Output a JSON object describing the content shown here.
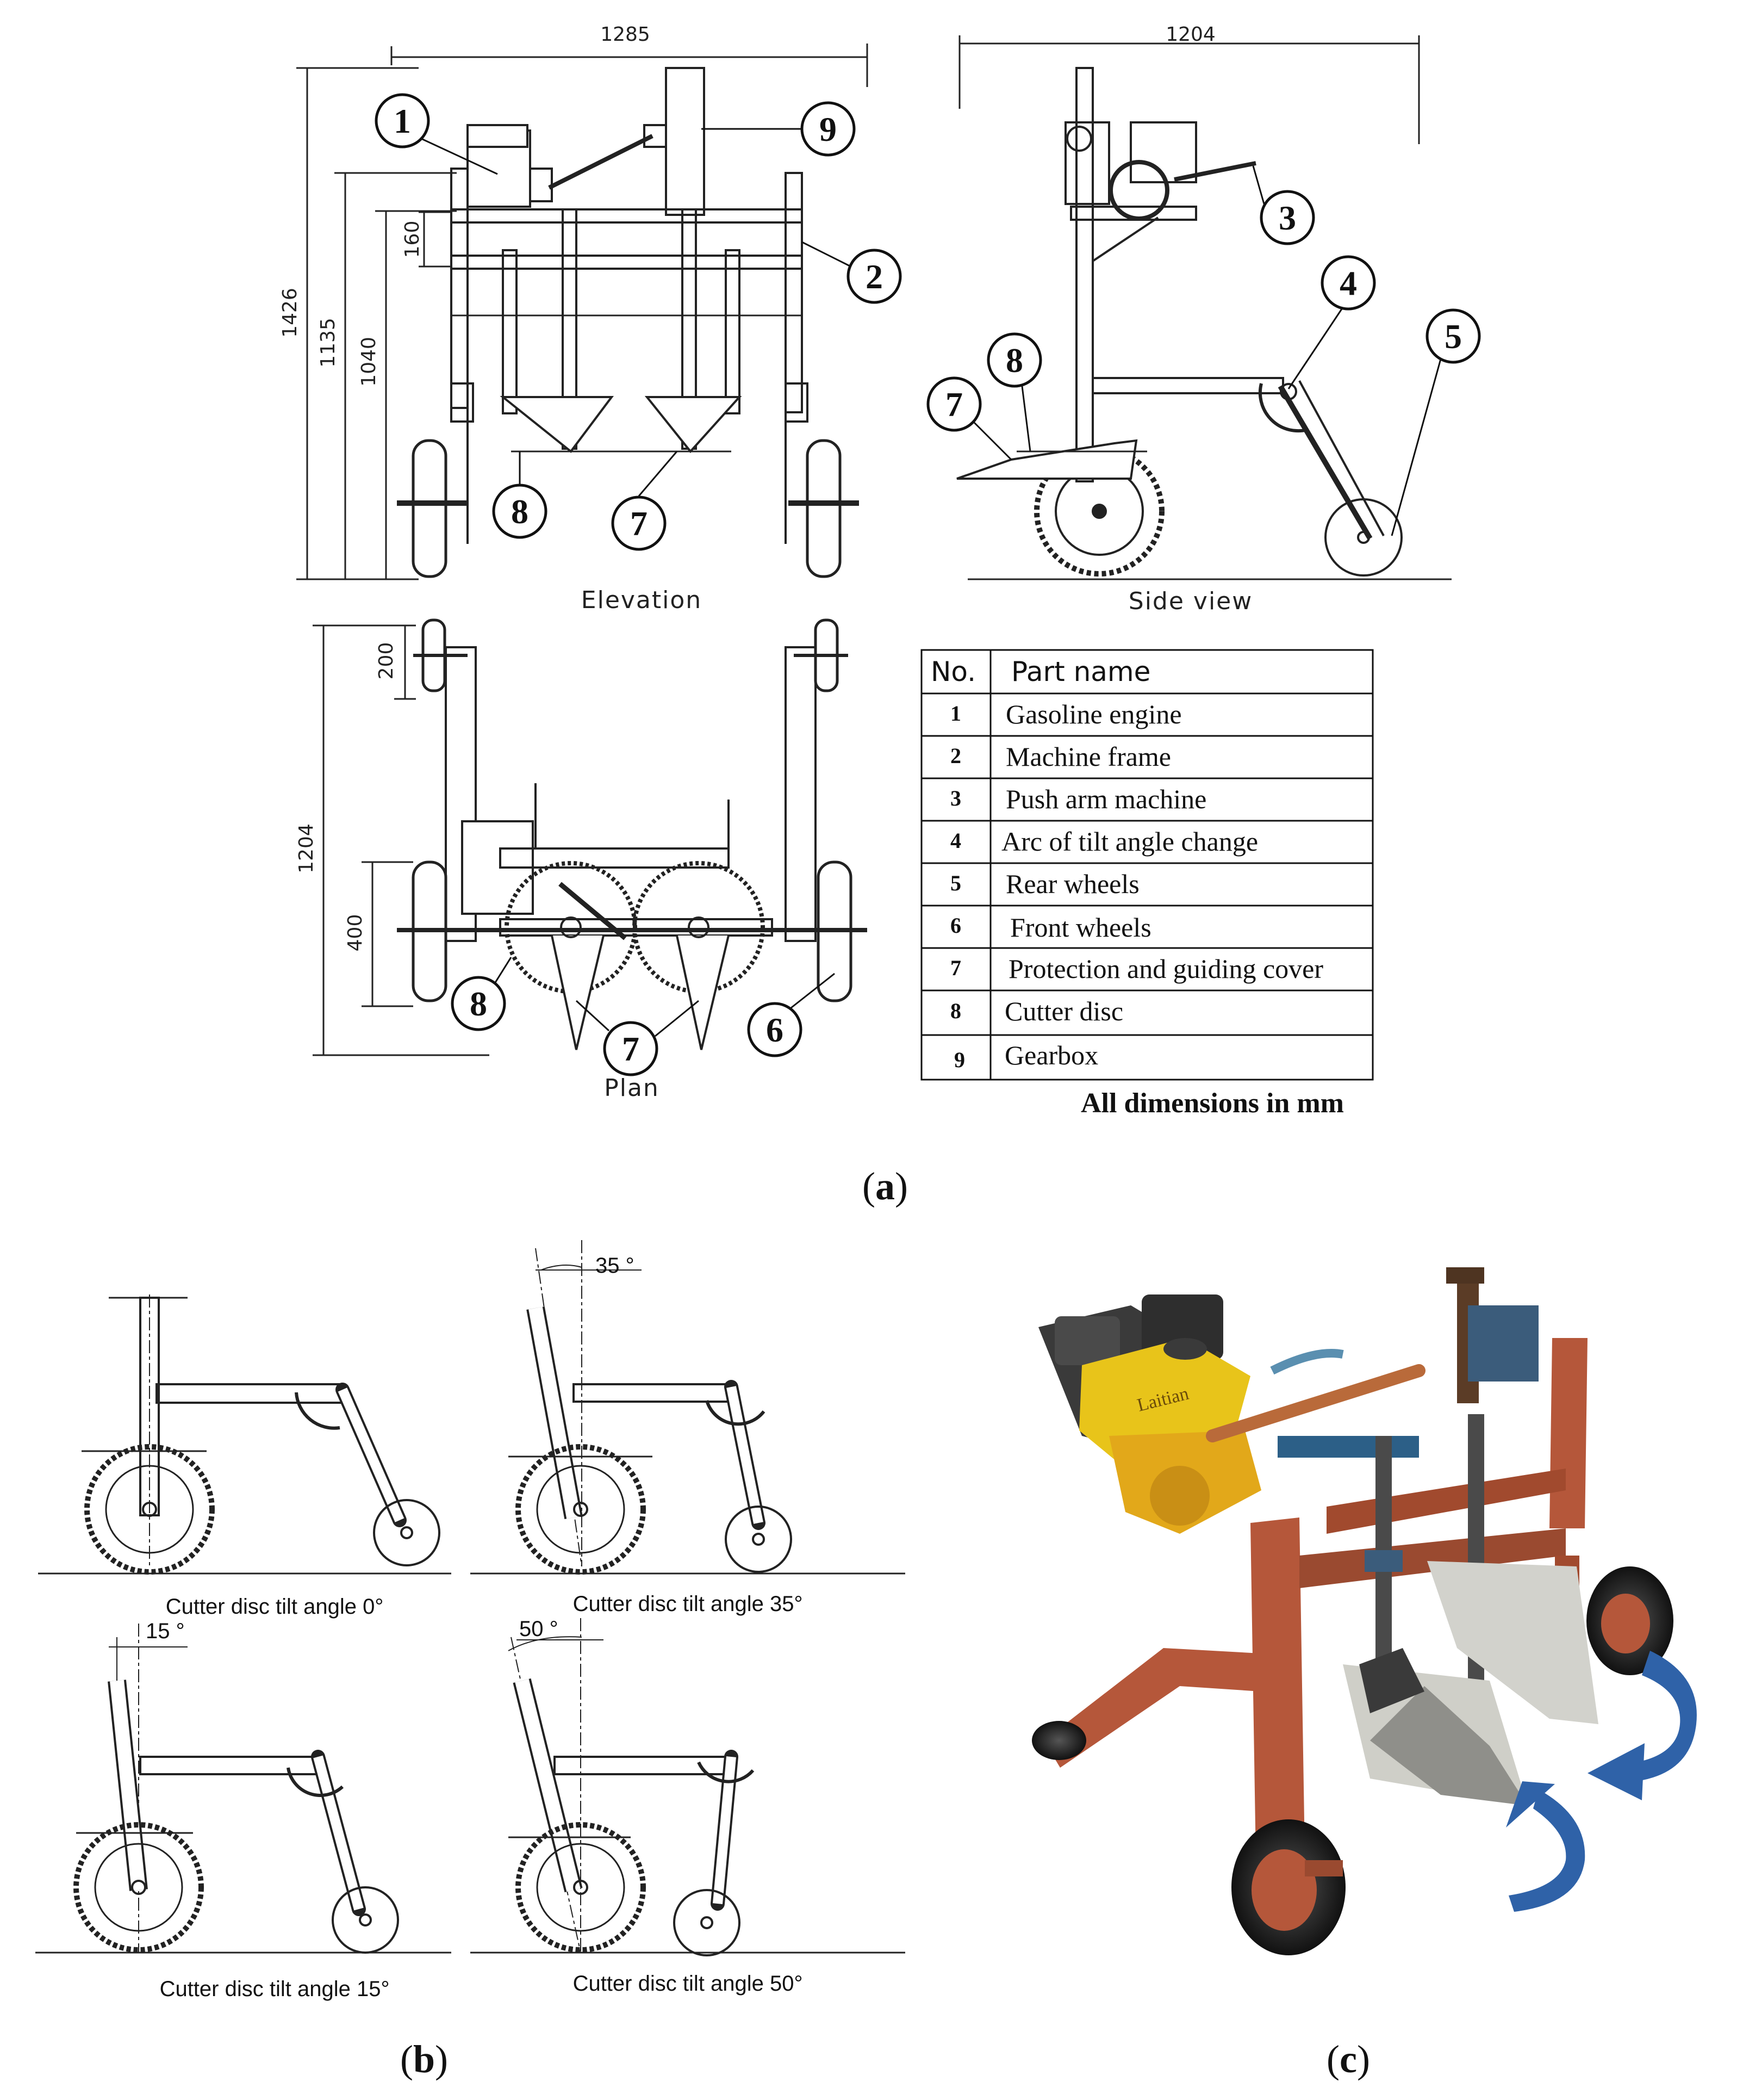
{
  "panel_a": {
    "label": "(a)",
    "elevation": {
      "title": "Elevation",
      "dims": {
        "width": "1285",
        "height_total": "1426",
        "height_frame": "1135",
        "height_disc": "1040",
        "gap": "160"
      }
    },
    "side_view": {
      "title": "Side view",
      "dims": {
        "length": "1204"
      }
    },
    "plan": {
      "title": "Plan",
      "dims": {
        "depth": "1204",
        "wheel": "200",
        "track": "400"
      }
    },
    "parts_table": {
      "header": {
        "no": "No.",
        "name": "Part name"
      },
      "rows": [
        {
          "no": "1",
          "name": "Gasoline engine"
        },
        {
          "no": "2",
          "name": "Machine frame"
        },
        {
          "no": "3",
          "name": "Push arm machine"
        },
        {
          "no": "4",
          "name": "Arc of tilt angle change"
        },
        {
          "no": "5",
          "name": "Rear wheels"
        },
        {
          "no": "6",
          "name": "Front wheels"
        },
        {
          "no": "7",
          "name": "Protection and guiding cover"
        },
        {
          "no": "8",
          "name": "Cutter disc"
        },
        {
          "no": "9",
          "name": "Gearbox"
        }
      ],
      "note": "All dimensions in mm"
    },
    "callouts": {
      "c1": "1",
      "c2": "2",
      "c3": "3",
      "c4": "4",
      "c5": "5",
      "c6": "6",
      "c7": "7",
      "c8": "8",
      "c9": "9"
    }
  },
  "panel_b": {
    "label": "(b)",
    "views": [
      {
        "caption": "Cutter disc tilt angle 0°",
        "angle_label": ""
      },
      {
        "caption": "Cutter disc tilt angle 35°",
        "angle_label": "35 °"
      },
      {
        "caption": "Cutter disc tilt angle 15°",
        "angle_label": "15 °"
      },
      {
        "caption": "Cutter disc tilt angle 50°",
        "angle_label": "50 °"
      }
    ]
  },
  "panel_c": {
    "label": "(c)",
    "engine_brand": "Laitian"
  },
  "colors": {
    "frame": "#b5573a",
    "engine": "#e8c41a",
    "arrow": "#2f62a8",
    "line": "#222222"
  }
}
